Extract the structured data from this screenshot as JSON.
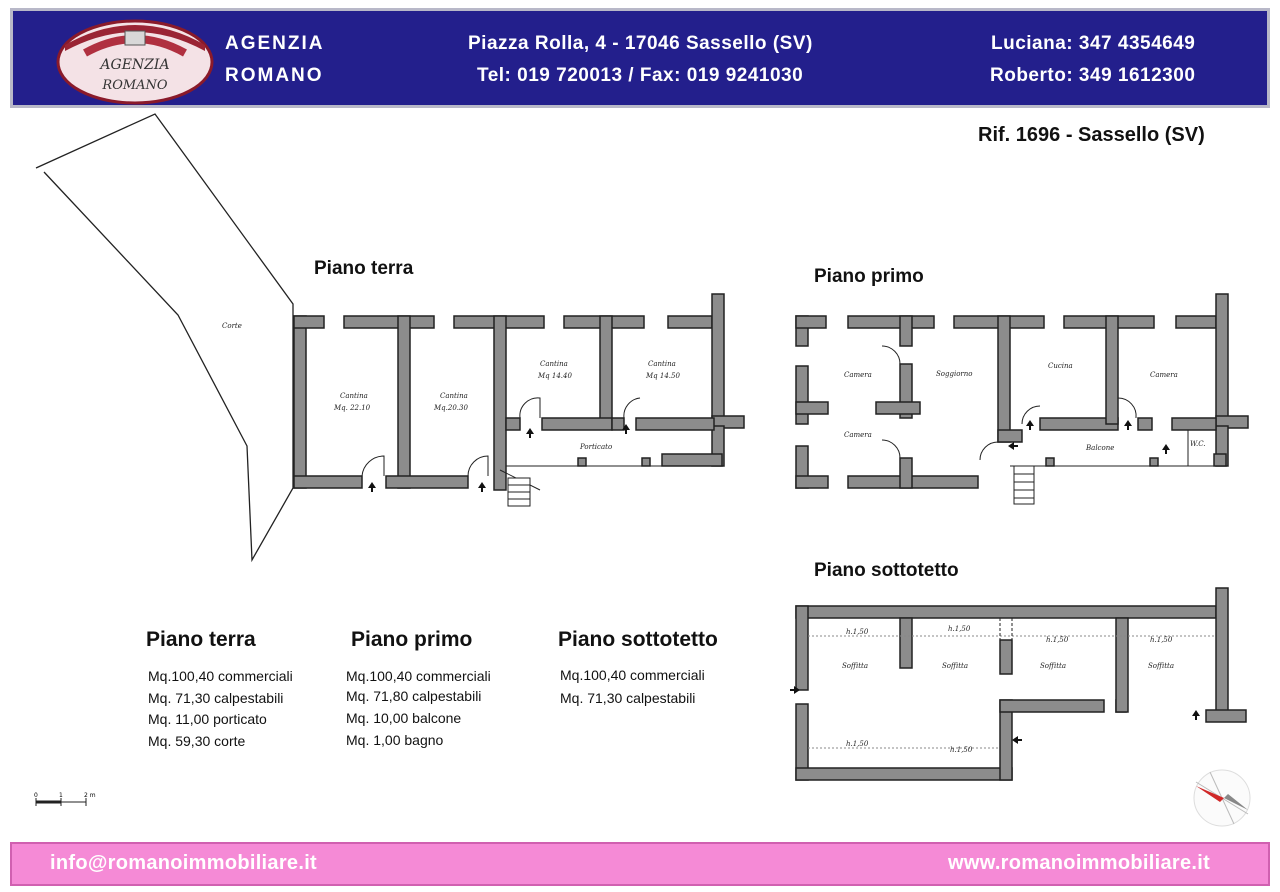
{
  "header": {
    "brand_line1": "AGENZIA",
    "brand_line2": "ROMANO",
    "logo_text_top": "AGENZIA",
    "logo_text_bottom": "ROMANO",
    "address": "Piazza Rolla, 4 - 17046 Sassello (SV)",
    "phone_fax": "Tel: 019 720013 / Fax: 019 9241030",
    "contact1": "Luciana: 347 4354649",
    "contact2": "Roberto: 349 1612300",
    "accent_color": "#231f8c"
  },
  "reference": "Rif. 1696 - Sassello (SV)",
  "plans": {
    "terra": {
      "title": "Piano terra",
      "rooms": {
        "corte": "Corte",
        "cantina1_name": "Cantina",
        "cantina1_area": "Mq. 22.10",
        "cantina2_name": "Cantina",
        "cantina2_area": "Mq.20.30",
        "cantina3_name": "Cantina",
        "cantina3_area": "Mq 14.40",
        "cantina4_name": "Cantina",
        "cantina4_area": "Mq 14.50",
        "porticato": "Porticato"
      }
    },
    "primo": {
      "title": "Piano primo",
      "rooms": {
        "camera1": "Camera",
        "camera2": "Camera",
        "soggiorno": "Soggiorno",
        "cucina": "Cucina",
        "camera3": "Camera",
        "balcone": "Balcone",
        "wc": "W.C."
      }
    },
    "sottotetto": {
      "title": "Piano sottotetto",
      "rooms": {
        "soffitta": "Soffitta",
        "height": "h.1,50"
      }
    }
  },
  "summary": {
    "terra": {
      "title": "Piano terra",
      "lines": [
        "Mq.100,40 commerciali",
        "Mq.  71,30 calpestabili",
        "Mq.  11,00 porticato",
        "Mq.  59,30 corte"
      ]
    },
    "primo": {
      "title": "Piano primo",
      "lines": [
        "Mq.100,40 commerciali",
        "Mq.  71,80 calpestabili",
        "Mq.  10,00 balcone",
        "Mq.    1,00 bagno"
      ]
    },
    "sottotetto": {
      "title": "Piano sottotetto",
      "lines": [
        "Mq.100,40 commerciali",
        "Mq.  71,30 calpestabili"
      ]
    }
  },
  "scale": {
    "t0": "0",
    "t1": "1",
    "t2": "2 m"
  },
  "footer": {
    "email": "info@romanoimmobiliare.it",
    "website": "www.romanoimmobiliare.it",
    "color": "#f58ad6"
  }
}
